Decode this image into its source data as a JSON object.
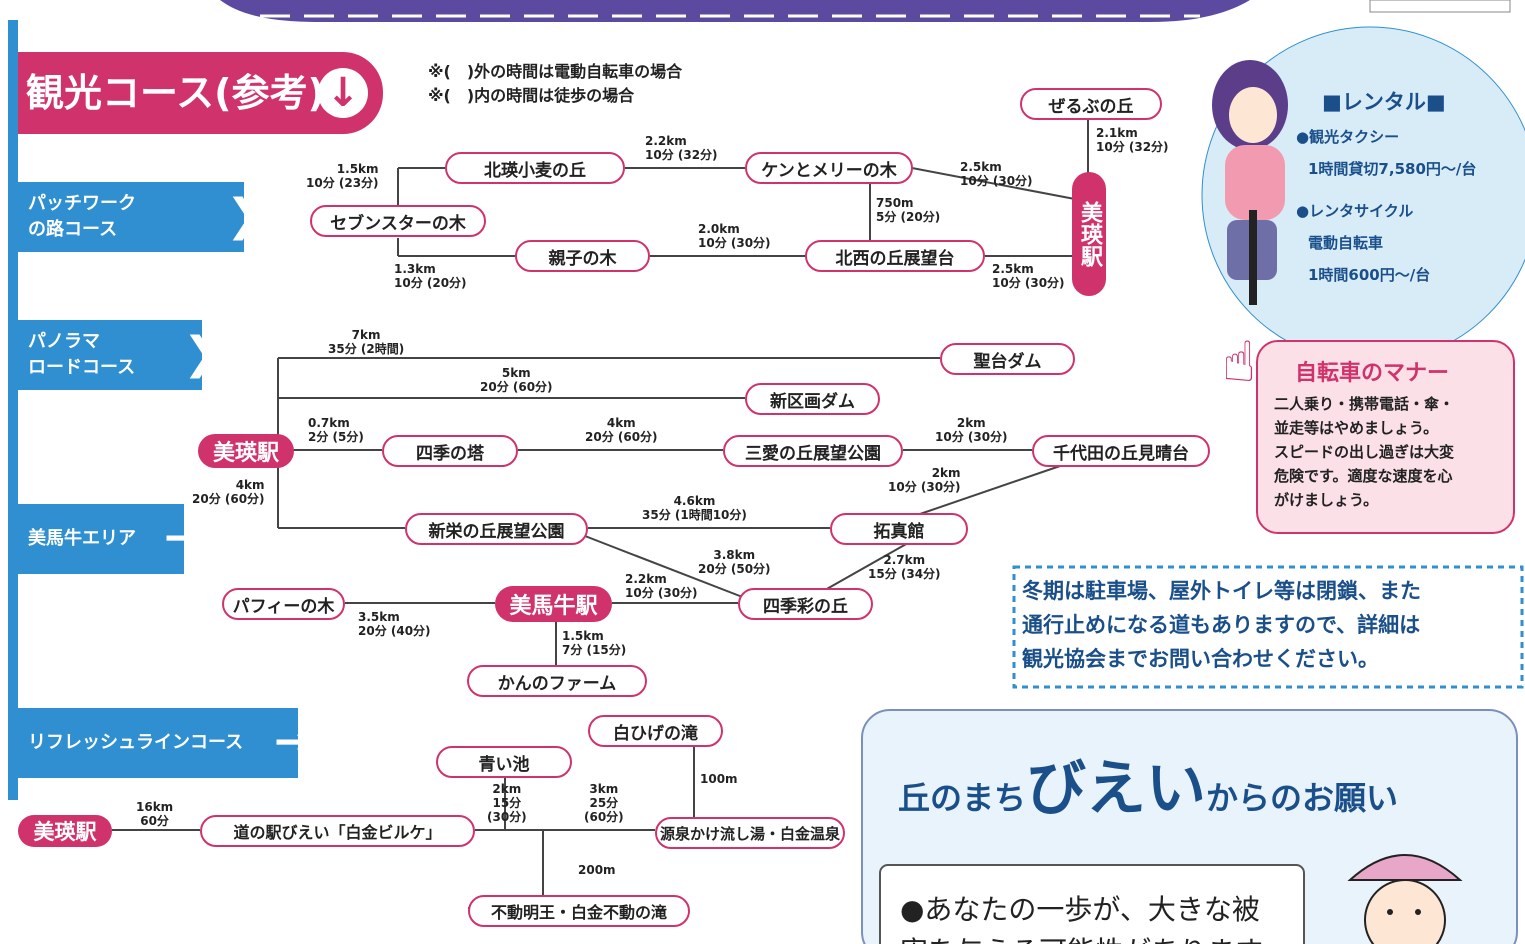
{
  "title": "観光コース(参考)",
  "notes": [
    "※(　)外の時間は電動自転車の場合",
    "※(　)内の時間は徒歩の場合"
  ],
  "courses": [
    "パッチワーク\nの路コース",
    "パノラマ\nロードコース",
    "美馬牛エリア",
    "リフレッシュラインコース"
  ],
  "patchwork": {
    "nodes": [
      "ぜるぶの丘",
      "北瑛小麦の丘",
      "ケンとメリーの木",
      "セブンスターの木",
      "親子の木",
      "北西の丘展望台"
    ],
    "station": "美瑛駅",
    "dists": {
      "d1": "2.2km\n10分 (32分)",
      "d2": "1.5km\n10分 (23分)",
      "d3": "2.1km\n10分 (32分)",
      "d4": "2.5km\n10分 (30分)",
      "d5": "750m\n5分 (20分)",
      "d6": "2.0km\n10分 (30分)",
      "d7": "1.3km\n10分 (20分)",
      "d8": "2.5km\n10分 (30分)"
    }
  },
  "panorama": {
    "nodes": [
      "聖台ダム",
      "新区画ダム",
      "四季の塔",
      "三愛の丘展望公園",
      "千代田の丘見晴台",
      "新栄の丘展望公園",
      "拓真館",
      "パフィーの木",
      "四季彩の丘",
      "かんのファーム"
    ],
    "station": "美瑛駅",
    "station2": "美馬牛駅",
    "dists": {
      "d1": "7km\n35分 (2時間)",
      "d2": "5km\n20分 (60分)",
      "d3": "0.7km\n2分 (5分)",
      "d4": "4km\n20分 (60分)",
      "d5": "2km\n10分 (30分)",
      "d6": "4km\n20分 (60分)",
      "d7": "2km\n10分 (30分)",
      "d8": "4.6km\n35分 (1時間10分)",
      "d9": "3.8km\n20分 (50分)",
      "d10": "2.7km\n15分 (34分)",
      "d11": "2.2km\n10分 (30分)",
      "d12": "3.5km\n20分 (40分)",
      "d13": "1.5km\n7分 (15分)"
    }
  },
  "refresh": {
    "nodes": [
      "道の駅びえい「白金ビルケ」",
      "青い池",
      "白ひげの滝",
      "源泉かけ流し湯・白金温泉",
      "不動明王・白金不動の滝"
    ],
    "station": "美瑛駅",
    "dists": {
      "d1": "16km\n60分",
      "d2": "2km\n15分\n(30分)",
      "d3": "3km\n25分\n(60分)",
      "d4": "100m",
      "d5": "200m"
    }
  },
  "rental": {
    "title": "■レンタル■",
    "items": [
      "●観光タクシー",
      "1時間貸切7,580円～/台",
      "●レンタサイクル",
      "電動自転車",
      "1時間600円～/台"
    ]
  },
  "manner": {
    "title": "自転車のマナー",
    "text": "二人乗り・携帯電話・傘・\n並走等はやめましょう。\nスピードの出し過ぎは大変\n危険です。適度な速度を心\nがけましょう。"
  },
  "winter": "冬期は駐車場、屋外トイレ等は閉鎖、また\n通行止めになる道もありますので、詳細は\n観光協会までお問い合わせください。",
  "request": {
    "title_pre": "丘のまち",
    "title_big": "びえい",
    "title_post": "からのお願い",
    "text": "●あなたの一歩が、大きな被",
    "text2": "害を与える可能性があります"
  },
  "colors": {
    "pink": "#d0336c",
    "blue": "#2f8fd0",
    "purple": "#5b4aa0"
  }
}
